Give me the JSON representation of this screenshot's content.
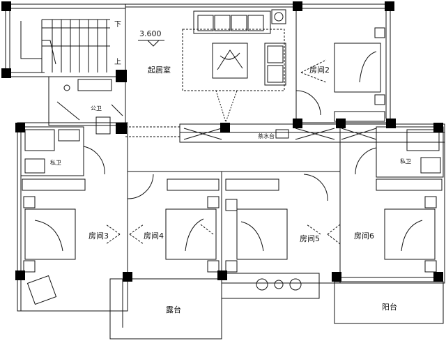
{
  "rooms": {
    "living": "起居室",
    "room2": "房间2",
    "room3": "房间3",
    "room4": "房间4",
    "room5": "房间5",
    "room6": "房间6",
    "public_bath": "公卫",
    "private_bath_left": "私卫",
    "private_bath_right": "私卫",
    "terrace": "露台",
    "balcony": "阳台",
    "tea_counter": "茶水台"
  },
  "stairs": {
    "down": "下",
    "up": "上"
  },
  "elevation": "3.600",
  "colors": {
    "line": "#111111",
    "column": "#000000",
    "paper": "#ffffff"
  }
}
